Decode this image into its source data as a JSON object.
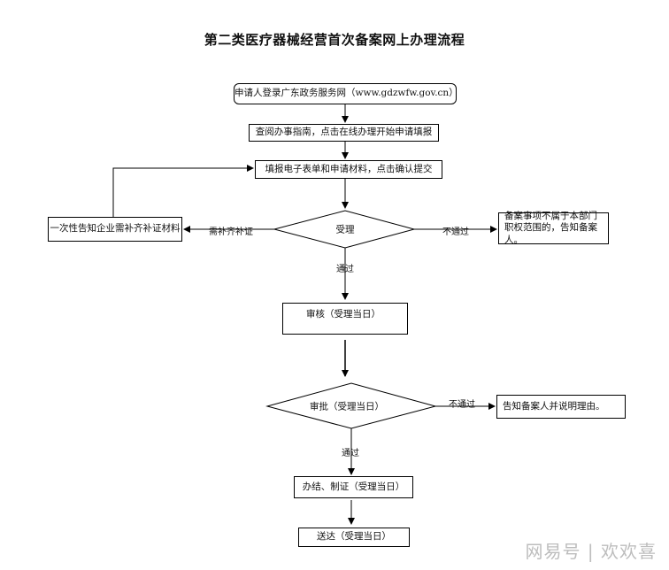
{
  "title": "第二类医疗器械经营首次备案网上办理流程",
  "nodes": {
    "login": "申请人登录广东政务服务网（www.gdzwfw.gov.cn）",
    "guide": "查阅办事指南，点击在线办理开始申请填报",
    "fill": "填报电子表单和申请材料，点击确认提交",
    "accept": "受理",
    "notify_supplement": "一次性告知企业需补齐补证材料",
    "not_scope": "备案事项不属于本部门职权范围的，告知备案人。",
    "review": "审核（受理当日）",
    "approve": "审批（受理当日）",
    "notify_reason": "告知备案人并说明理由。",
    "finish": "办结、制证（受理当日）",
    "deliver": "送达（受理当日）"
  },
  "edge_labels": {
    "need_supplement": "需补齐补证",
    "not_pass_1": "不通过",
    "pass_1": "通过",
    "not_pass_2": "不通过",
    "pass_2": "通过"
  },
  "watermark": "网易号 | 欢欢喜"
}
